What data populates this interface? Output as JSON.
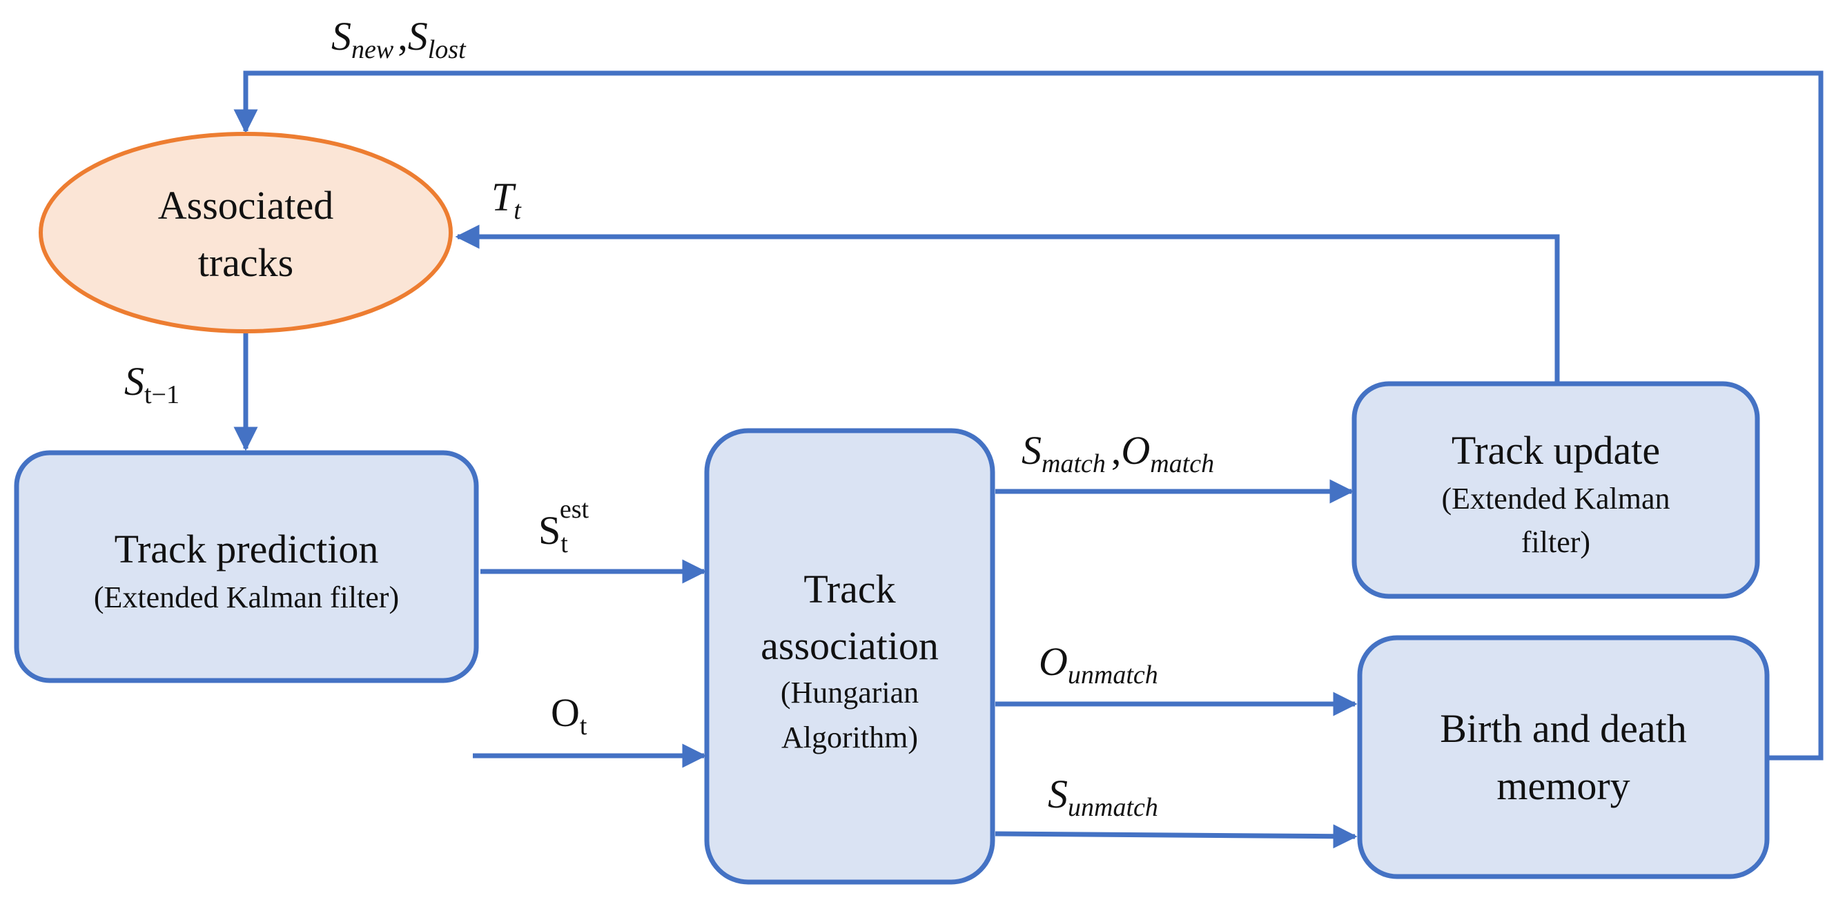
{
  "nodes": {
    "associated_tracks": {
      "line1": "Associated",
      "line2": "tracks"
    },
    "track_prediction": {
      "title": "Track prediction",
      "subtitle": "(Extended Kalman filter)"
    },
    "track_association": {
      "line1": "Track",
      "line2": "association",
      "sub1": "(Hungarian",
      "sub2": "Algorithm)"
    },
    "track_update": {
      "title": "Track update",
      "sub1": "(Extended Kalman",
      "sub2": "filter)"
    },
    "birth_death": {
      "line1": "Birth and death",
      "line2": "memory"
    }
  },
  "edges": {
    "s_new": {
      "main": "S",
      "sub": "new"
    },
    "sep1": ",",
    "s_lost": {
      "main": "S",
      "sub": "lost"
    },
    "t_t": {
      "main": "T",
      "sub": "t"
    },
    "s_t_minus_1": {
      "main": "S",
      "sub": "t−1"
    },
    "s_t_est": {
      "main": "S",
      "sub": "t",
      "sup": "est"
    },
    "o_t": {
      "main": "O",
      "sub": "t"
    },
    "s_match": {
      "main": "S",
      "sub": "match"
    },
    "sep2": ",",
    "o_match": {
      "main": "O",
      "sub": "match"
    },
    "o_unmatch": {
      "main": "O",
      "sub": "unmatch"
    },
    "s_unmatch": {
      "main": "S",
      "sub": "unmatch"
    }
  },
  "colors": {
    "box_fill": "#dae3f3",
    "box_stroke": "#4472c4",
    "ellipse_fill": "#fbe5d6",
    "ellipse_stroke": "#ed7d31",
    "arrow": "#4472c4"
  }
}
